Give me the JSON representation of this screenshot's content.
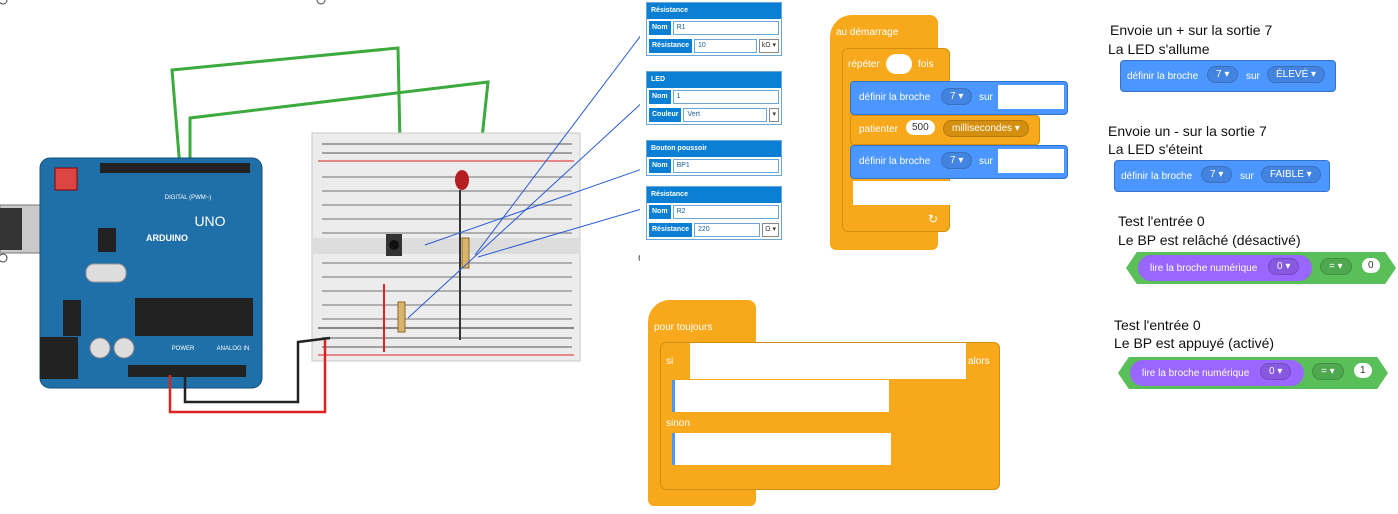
{
  "arduino": {
    "brand": "ARDUINO",
    "model": "UNO",
    "digital_label": "DIGITAL (PWM~)",
    "power_label": "POWER",
    "analog_label": "ANALOG IN"
  },
  "panels": [
    {
      "title": "Résistance",
      "rows": [
        {
          "label": "Nom",
          "value": "R1"
        },
        {
          "label": "Résistance",
          "value": "10",
          "unit": "kΩ ▾"
        }
      ]
    },
    {
      "title": "LED",
      "rows": [
        {
          "label": "Nom",
          "value": "1"
        },
        {
          "label": "Couleur",
          "value": "Vert",
          "unit": "▾"
        }
      ]
    },
    {
      "title": "Bouton poussoir",
      "rows": [
        {
          "label": "Nom",
          "value": "BP1"
        }
      ]
    },
    {
      "title": "Résistance",
      "rows": [
        {
          "label": "Nom",
          "value": "R2"
        },
        {
          "label": "Résistance",
          "value": "220",
          "unit": "Ω ▾"
        }
      ]
    }
  ],
  "blocks": {
    "start_hat": "au démarrage",
    "repeat_label": "répéter",
    "repeat_suffix": "fois",
    "set_pin_1": {
      "label": "définir la broche",
      "pin": "7 ▾",
      "sur": "sur"
    },
    "wait": {
      "label": "patienter",
      "value": "500",
      "unit": "millisecondes ▾"
    },
    "set_pin_2": {
      "label": "définir la broche",
      "pin": "7 ▾",
      "sur": "sur"
    },
    "forever_hat": "pour toujours",
    "if_label": "si",
    "then_label": "alors",
    "else_label": "sinon"
  },
  "notes": [
    {
      "line1": "Envoie un + sur la sortie 7",
      "line2": "La LED s'allume",
      "block": {
        "label": "définir la broche",
        "pin": "7 ▾",
        "sur": "sur",
        "value": "ÉLEVÉ ▾"
      }
    },
    {
      "line1": "Envoie un - sur la sortie 7",
      "line2": "La LED s'éteint",
      "block": {
        "label": "définir la broche",
        "pin": "7 ▾",
        "sur": "sur",
        "value": "FAIBLE ▾"
      }
    },
    {
      "line1": "Test l'entrée 0",
      "line2": "Le BP est relâché (désactivé)",
      "block": {
        "label": "lire la broche numérique",
        "pin": "0 ▾",
        "op": "= ▾",
        "value": "0"
      }
    },
    {
      "line1": "Test l'entrée 0",
      "line2": "Le BP est appuyé (activé)",
      "block": {
        "label": "lire la broche numérique",
        "pin": "0 ▾",
        "op": "= ▾",
        "value": "1"
      }
    }
  ],
  "colors": {
    "arduino": "#1f6fa8",
    "control": "#f7a91b",
    "io": "#4c97ff",
    "read": "#9966ff",
    "operator": "#59c059",
    "panel": "#0b7fd4"
  }
}
